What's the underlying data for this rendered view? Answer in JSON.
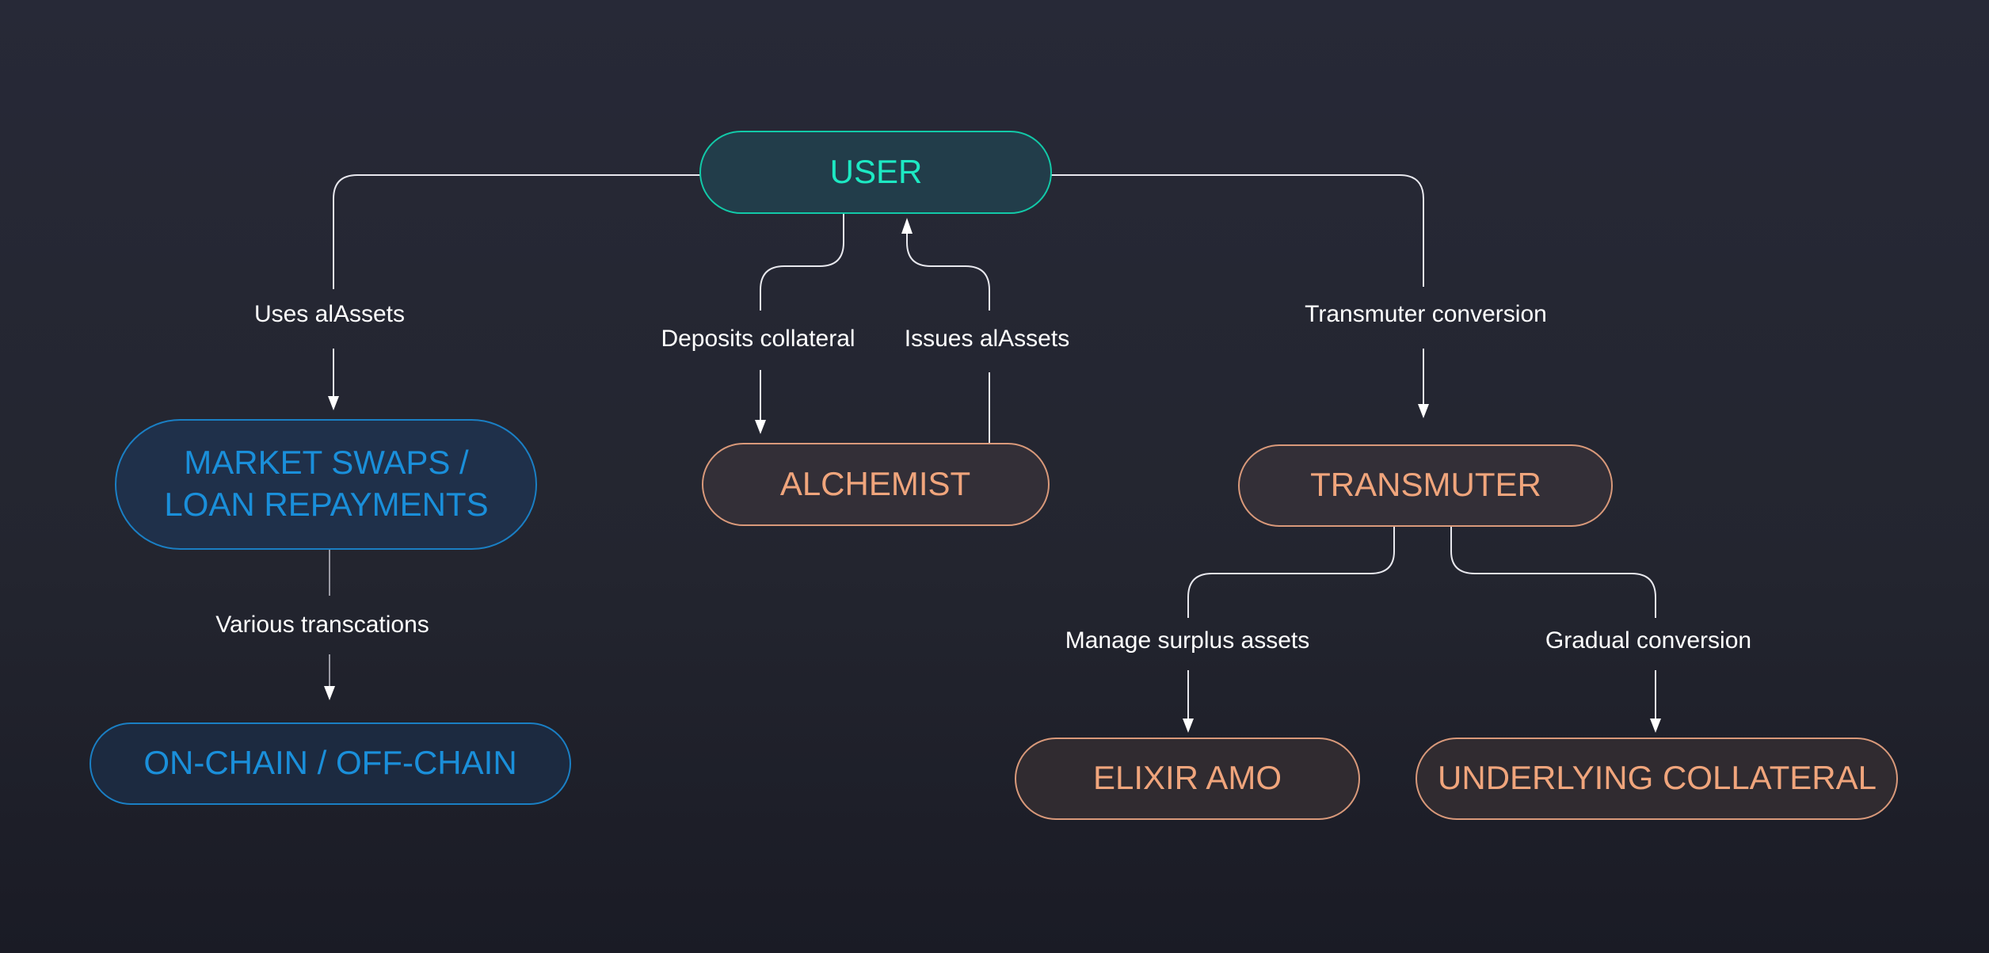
{
  "colors": {
    "user_fill": "#223d4a",
    "user_stroke": "#12c9a8",
    "user_text": "#1de9c3",
    "blue_fill": "#1f304a",
    "blue_stroke": "#1a7fc4",
    "blue_text": "#1a8fda",
    "orange_fill": "#332f37",
    "orange_stroke": "#d9997a",
    "orange_text": "#f0a57c"
  },
  "nodes": {
    "user": "USER",
    "market_line1": "MARKET SWAPS /",
    "market_line2": "LOAN REPAYMENTS",
    "onchain": "ON-CHAIN / OFF-CHAIN",
    "alchemist": "ALCHEMIST",
    "transmuter": "TRANSMUTER",
    "elixir": "ELIXIR AMO",
    "underlying": "UNDERLYING COLLATERAL"
  },
  "edges": {
    "uses_alassets": "Uses alAssets",
    "deposits_collateral": "Deposits collateral",
    "issues_alassets": "Issues alAssets",
    "transmuter_conversion": "Transmuter conversion",
    "various_transactions": "Various transcations",
    "manage_surplus": "Manage surplus assets",
    "gradual_conversion": "Gradual conversion"
  }
}
